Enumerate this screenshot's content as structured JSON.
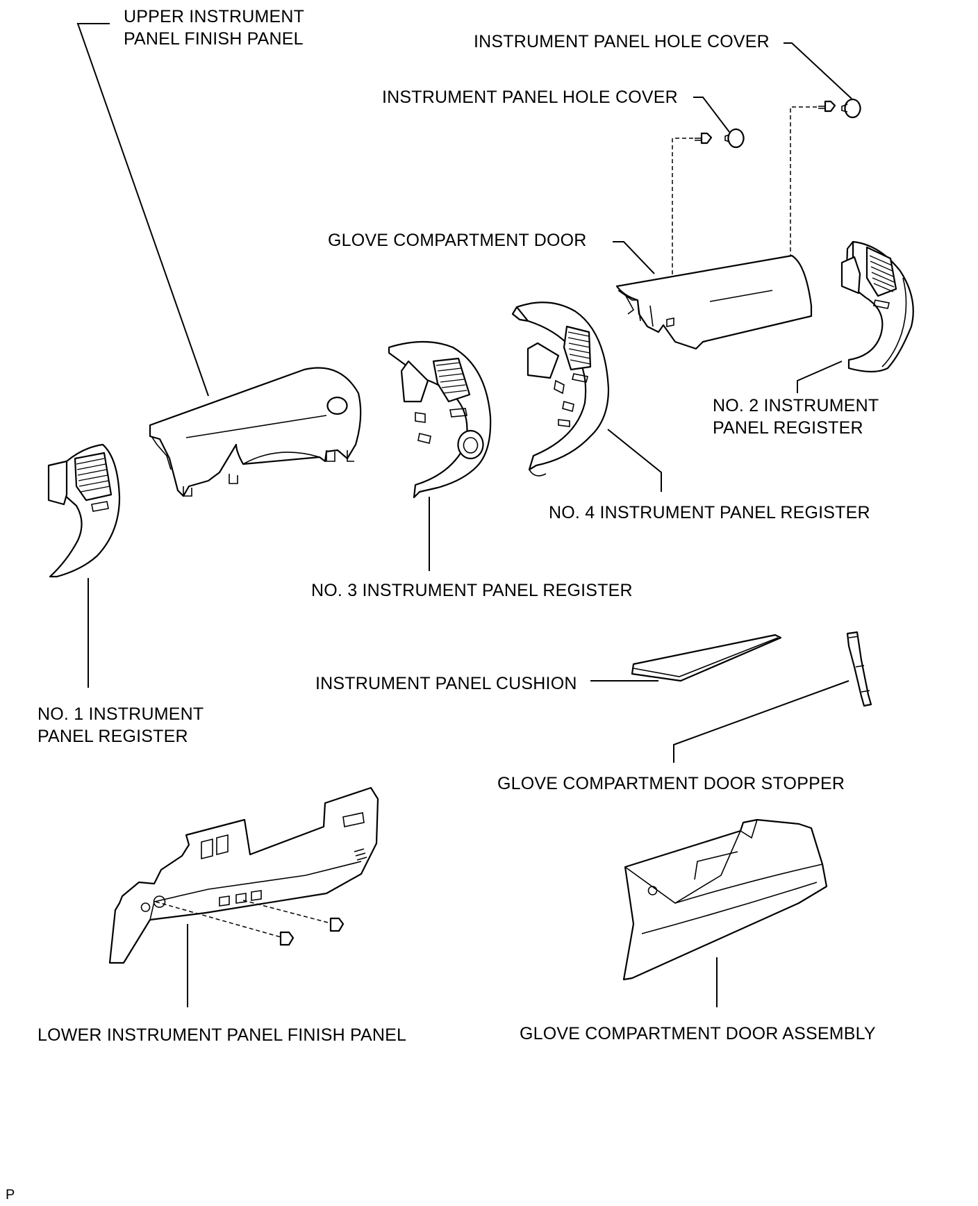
{
  "labels": {
    "upper_panel": [
      "UPPER INSTRUMENT",
      "PANEL FINISH PANEL"
    ],
    "hole_cover_right": "INSTRUMENT PANEL HOLE COVER",
    "hole_cover_left": "INSTRUMENT PANEL HOLE COVER",
    "glove_door": "GLOVE COMPARTMENT DOOR",
    "no2_register": [
      "NO. 2 INSTRUMENT",
      "PANEL REGISTER"
    ],
    "no4_register": "NO. 4 INSTRUMENT PANEL REGISTER",
    "no3_register": "NO. 3 INSTRUMENT PANEL REGISTER",
    "no1_register": [
      "NO. 1 INSTRUMENT",
      "PANEL REGISTER"
    ],
    "cushion": "INSTRUMENT PANEL CUSHION",
    "door_stopper": "GLOVE COMPARTMENT DOOR STOPPER",
    "lower_panel": "LOWER INSTRUMENT PANEL FINISH PANEL",
    "door_assembly": "GLOVE COMPARTMENT DOOR ASSEMBLY",
    "corner_mark": "P"
  }
}
